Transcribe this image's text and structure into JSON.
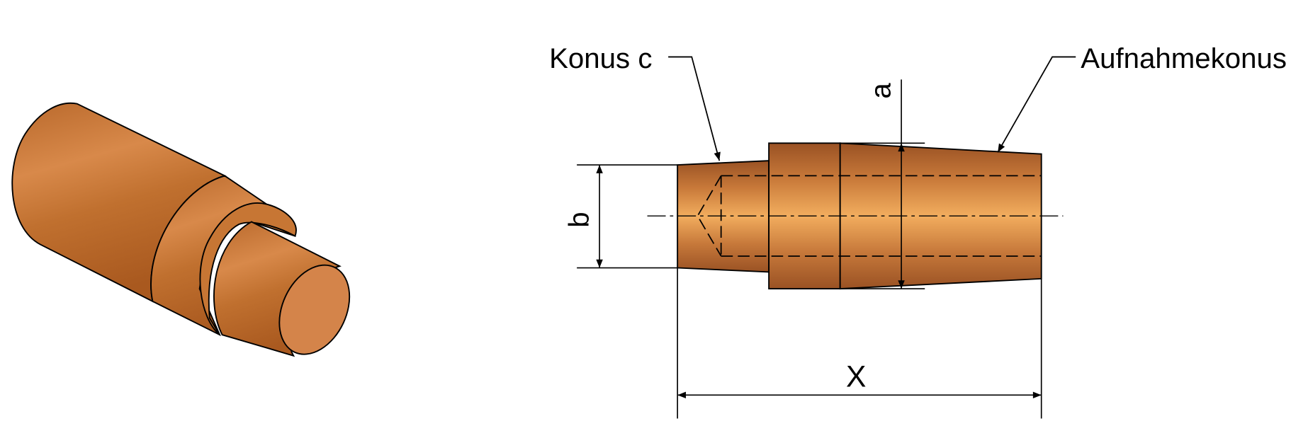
{
  "labels": {
    "cone_c": "Konus c",
    "mounting_cone": "Aufnahmekonus",
    "dim_a": "a",
    "dim_b": "b",
    "dim_x": "X"
  },
  "colors": {
    "copper_dark": "#a5561f",
    "copper_mid": "#d27f3c",
    "copper_light": "#f0a85a",
    "line": "#000000"
  }
}
